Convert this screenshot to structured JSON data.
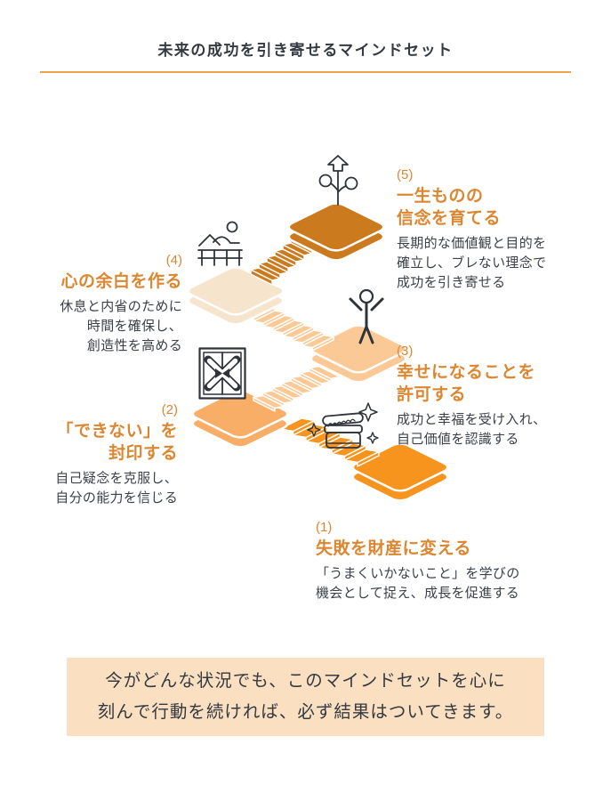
{
  "title": "未来の成功を引き寄せるマインドセット",
  "colors": {
    "accent": "#DC8630",
    "text": "#3C4149",
    "title_text": "#343A42",
    "rule": "#F0A149",
    "footer_bg": "#FBDFC1",
    "icon": "#2F343B",
    "step1": "#F7941E",
    "step2": "#F9AE67",
    "step3": "#FBC996",
    "step4": "#F6E4CC",
    "step5": "#CB7A1E"
  },
  "steps": [
    {
      "number": "(1)",
      "title_lines": [
        "失敗を財産に変える"
      ],
      "desc": [
        "「うまくいかないこと」を学びの",
        "機会として捉え、成長を促進する"
      ],
      "icon": "treasure-chest-icon"
    },
    {
      "number": "(2)",
      "title_lines": [
        "「できない」を",
        "封印する"
      ],
      "desc": [
        "自己疑念を克服し、",
        "自分の能力を信じる"
      ],
      "icon": "boarded-door-icon"
    },
    {
      "number": "(3)",
      "title_lines": [
        "幸せになることを",
        "許可する"
      ],
      "desc": [
        "成功と幸福を受け入れ、",
        "自己価値を認識する"
      ],
      "icon": "cheering-person-icon"
    },
    {
      "number": "(4)",
      "title_lines": [
        "心の余白を作る"
      ],
      "desc": [
        "休息と内省のために",
        "時間を確保し、",
        "創造性を高める"
      ],
      "icon": "hammock-rest-icon"
    },
    {
      "number": "(5)",
      "title_lines": [
        "一生ものの",
        "信念を育てる"
      ],
      "desc": [
        "長期的な価値観と目的を",
        "確立し、ブレない理念で",
        "成功を引き寄せる"
      ],
      "icon": "goal-signpost-icon"
    }
  ],
  "footer": {
    "lines": [
      "今がどんな状況でも、このマインドセットを心に",
      "刻んで行動を続ければ、必ず結果はついてきます。"
    ]
  }
}
